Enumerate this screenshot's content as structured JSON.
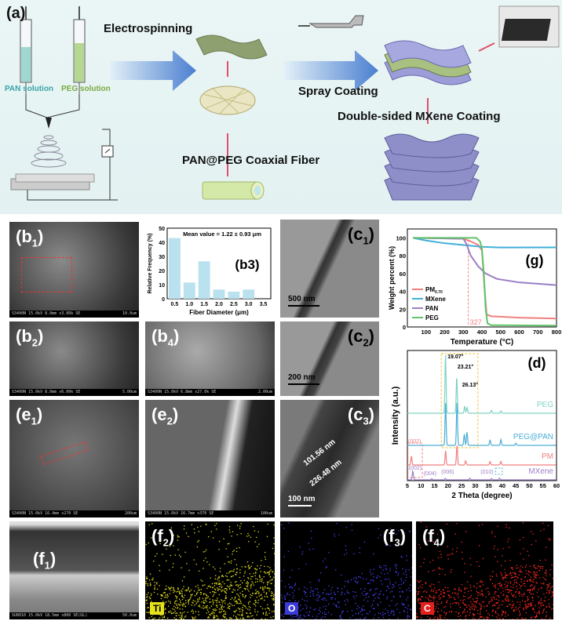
{
  "panel_a": {
    "label": "(a)",
    "pan_solution": "PAN solution",
    "peg_solution": "PEG solution",
    "electrospinning": "Electrospinning",
    "spray_coating": "Spray Coating",
    "double_sided": "Double-sided MXene Coating",
    "coaxial_fiber": "PAN@PEG Coaxial Fiber"
  },
  "panels": {
    "b1": {
      "label": "b",
      "sub": "1",
      "info": "S3400N 15.0kV 8.0mm x3.00k SE",
      "scale": "10.0um"
    },
    "b2": {
      "label": "b",
      "sub": "2",
      "info": "S3400N 15.0kV 8.0mm x6.00k SE",
      "scale": "5.00um"
    },
    "b4": {
      "label": "b",
      "sub": "4",
      "info": "S3400N 15.0kV 6.8mm x27.0k SE",
      "scale": "2.00um"
    },
    "c1": {
      "label": "c",
      "sub": "1",
      "scale": "500 nm"
    },
    "c2": {
      "label": "c",
      "sub": "2",
      "scale": "200 nm"
    },
    "c3": {
      "label": "c",
      "sub": "3",
      "scale": "100 nm",
      "inner": "101.56 nm",
      "outer": "226.48 nm"
    },
    "e1": {
      "label": "e",
      "sub": "1",
      "info": "S3400N 15.0kV 16.4mm x270 SE",
      "scale": "200um"
    },
    "e2": {
      "label": "e",
      "sub": "2",
      "info": "S3400N 15.0kV 16.7mm x370 SE",
      "scale": "100um"
    },
    "f1": {
      "label": "f",
      "sub": "1",
      "info": "SU8010 15.0kV 18.5mm x800 SE(UL)",
      "scale": "50.0um"
    },
    "f2": {
      "label": "f",
      "sub": "2",
      "element": "Ti",
      "color": "#e6e21a"
    },
    "f3": {
      "label": "f",
      "sub": "3",
      "element": "O",
      "color": "#3a3ad8"
    },
    "f4": {
      "label": "f",
      "sub": "4",
      "element": "C",
      "color": "#e0201c"
    }
  },
  "chart_data": [
    {
      "id": "b3",
      "type": "bar",
      "panel_label": "(b3)",
      "annotation": "Mean value = 1.22 ± 0.93 μm",
      "xlabel": "Fiber Diameter (μm)",
      "ylabel": "Relative Frequency (%)",
      "categories": [
        "0.5",
        "1.0",
        "1.5",
        "2.0",
        "2.5",
        "3.0",
        "3.5"
      ],
      "values": [
        43,
        11.5,
        26.5,
        6.5,
        5,
        6.5
      ],
      "values_note": "",
      "ylim": [
        0,
        50
      ],
      "yticks": [
        0,
        10,
        20,
        30,
        40,
        50
      ],
      "color": "#b9e1ee"
    },
    {
      "id": "g",
      "type": "line",
      "panel_label": "(g)",
      "xlabel": "Temperature (°C)",
      "ylabel": "Weight percent (%)",
      "xlim": [
        0,
        800
      ],
      "ylim": [
        0,
        110
      ],
      "xticks": [
        100,
        200,
        300,
        400,
        500,
        600,
        700,
        800
      ],
      "yticks": [
        0,
        20,
        40,
        60,
        80,
        100
      ],
      "annotation": "327",
      "legend": "bottom-left",
      "series": [
        {
          "name": "PM",
          "sub": "0.70",
          "color": "#f08080",
          "points": [
            [
              30,
              100
            ],
            [
              300,
              99
            ],
            [
              330,
              97
            ],
            [
              380,
              92
            ],
            [
              400,
              86
            ],
            [
              410,
              55
            ],
            [
              425,
              14
            ],
            [
              450,
              12
            ],
            [
              600,
              10.5
            ],
            [
              800,
              9.5
            ]
          ]
        },
        {
          "name": "MXene",
          "sub": "",
          "color": "#3fb0d8",
          "points": [
            [
              30,
              100
            ],
            [
              100,
              97
            ],
            [
              200,
              94
            ],
            [
              300,
              92
            ],
            [
              400,
              90
            ],
            [
              500,
              89.2
            ],
            [
              800,
              89.3
            ]
          ]
        },
        {
          "name": "PAN",
          "sub": "",
          "color": "#9a7fc4",
          "points": [
            [
              30,
              100
            ],
            [
              300,
              99
            ],
            [
              315,
              94
            ],
            [
              340,
              80
            ],
            [
              380,
              68
            ],
            [
              420,
              60
            ],
            [
              480,
              54
            ],
            [
              600,
              50
            ],
            [
              800,
              47
            ]
          ]
        },
        {
          "name": "PEG",
          "sub": "",
          "color": "#5fc46a",
          "points": [
            [
              30,
              100
            ],
            [
              370,
              100
            ],
            [
              390,
              96
            ],
            [
              400,
              88
            ],
            [
              410,
              60
            ],
            [
              420,
              20
            ],
            [
              430,
              4
            ],
            [
              450,
              2
            ],
            [
              800,
              1.5
            ]
          ]
        }
      ]
    },
    {
      "id": "d",
      "type": "line",
      "panel_label": "(d)",
      "xlabel": "2 Theta (degree)",
      "ylabel": "Intensity (a.u.)",
      "xlim": [
        5,
        60
      ],
      "xticks": [
        5,
        10,
        15,
        20,
        25,
        30,
        35,
        40,
        45,
        50,
        55,
        60
      ],
      "peak_labels": [
        "19.07°",
        "23.21°",
        "26.13°"
      ],
      "series": [
        {
          "name": "PEG",
          "color": "#7fd3c4",
          "peaks": [
            [
              19.07,
              1
            ],
            [
              23.21,
              0.62
            ],
            [
              26.13,
              0.12
            ],
            [
              27,
              0.1
            ],
            [
              36,
              0.05
            ],
            [
              39.5,
              0.04
            ]
          ]
        },
        {
          "name": "PEG@PAN",
          "color": "#4aaed6",
          "peaks": [
            [
              19.1,
              0.95
            ],
            [
              23.3,
              0.95
            ],
            [
              26,
              0.25
            ],
            [
              27,
              0.3
            ],
            [
              35.5,
              0.12
            ],
            [
              39.5,
              0.13
            ],
            [
              45,
              0.05
            ]
          ]
        },
        {
          "name": "PM",
          "color": "#f07f7f",
          "peaks": [
            [
              6.5,
              0.25
            ],
            [
              19.1,
              0.4
            ],
            [
              23.3,
              0.55
            ],
            [
              26.5,
              0.12
            ],
            [
              35.5,
              0.1
            ],
            [
              39.5,
              0.1
            ]
          ]
        },
        {
          "name": "MXene",
          "color": "#9d7fc8",
          "peaks": [
            [
              7,
              0.3
            ],
            [
              14,
              0.04
            ],
            [
              19,
              0.05
            ],
            [
              28,
              0.06
            ],
            [
              36,
              0.05
            ],
            [
              39,
              0.06
            ]
          ]
        }
      ],
      "mxene_planes": [
        "(002)",
        "(004)",
        "(006)",
        "(010)"
      ],
      "pm_plane": "(002)"
    }
  ]
}
